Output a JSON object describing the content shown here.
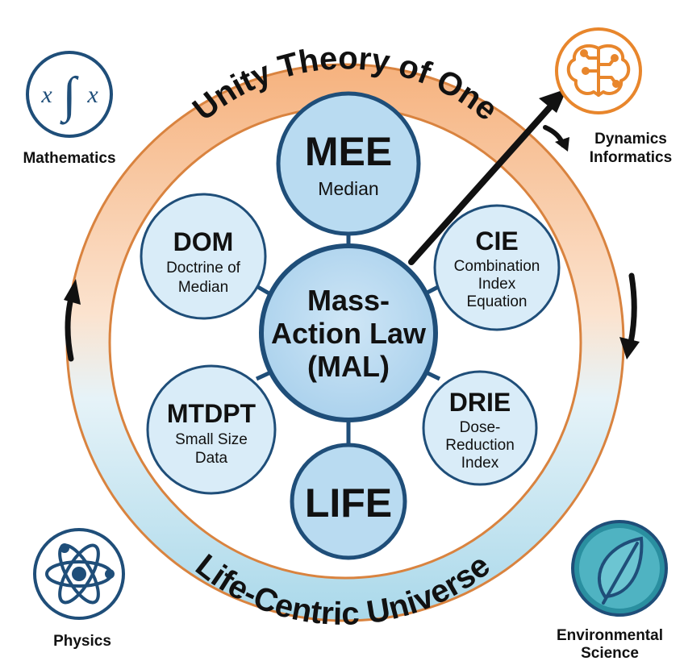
{
  "ring": {
    "top_text": "Unity Theory of One",
    "bottom_text": "Life-Centric Universe"
  },
  "center": {
    "lines": [
      "Mass-",
      "Action Law",
      "(MAL)"
    ]
  },
  "satellites": {
    "mee": {
      "title": "MEE",
      "lines": [
        "Median"
      ]
    },
    "dom": {
      "title": "DOM",
      "lines": [
        "Doctrine of",
        "Median"
      ]
    },
    "cie": {
      "title": "CIE",
      "lines": [
        "Combination",
        "Index",
        "Equation"
      ]
    },
    "mtdpt": {
      "title": "MTDPT",
      "lines": [
        "Small Size",
        "Data"
      ]
    },
    "drie": {
      "title": "DRIE",
      "lines": [
        "Dose-",
        "Reduction",
        "Index"
      ]
    },
    "life": {
      "title": "LIFE",
      "lines": []
    }
  },
  "corners": {
    "mathematics": {
      "lines": [
        "Mathematics"
      ],
      "icon": "integral-icon",
      "symbols": [
        "x",
        "∫",
        "x"
      ]
    },
    "dynamics": {
      "lines": [
        "Dynamics",
        "Informatics"
      ],
      "icon": "brain-circuit-icon"
    },
    "physics": {
      "lines": [
        "Physics"
      ],
      "icon": "atom-icon"
    },
    "environmental": {
      "lines": [
        "Environmental",
        "Science"
      ],
      "icon": "leaf-icon"
    }
  },
  "colors": {
    "ring_top": "#f6b27e",
    "ring_bottom": "#a9d8ea",
    "circle_fill": "#b9dbf1",
    "circle_fill_light": "#d9ecf8",
    "circle_stroke": "#1f4e79",
    "accent_orange": "#e8862c",
    "teal": "#2a7f8f"
  }
}
